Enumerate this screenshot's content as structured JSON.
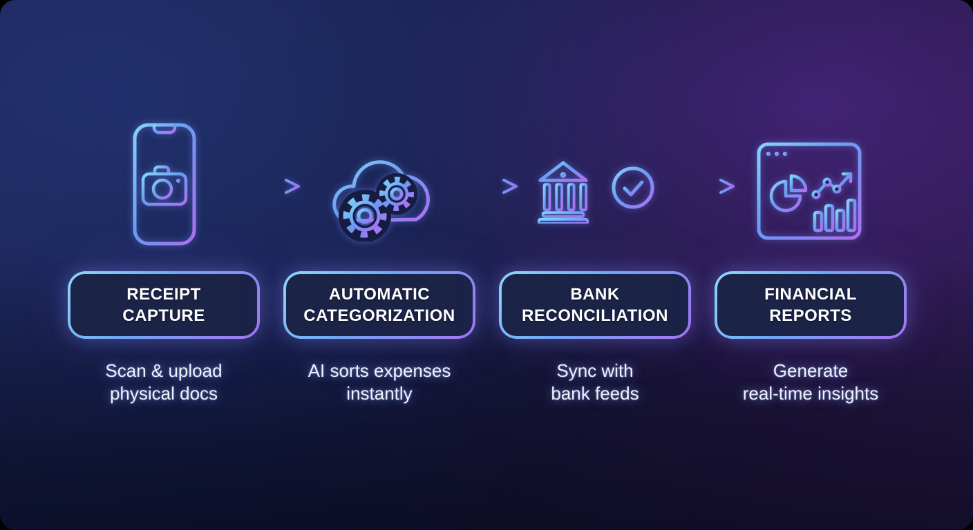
{
  "diagram": {
    "name": "accounting-automation-workflow",
    "colors": {
      "background_navy": "#161d48",
      "background_purple": "#2b1a4b",
      "icon_gradient_start": "#86d3f8",
      "icon_gradient_mid": "#6b9cf2",
      "icon_gradient_end": "#b06ef2",
      "box_fill": "#1b2347",
      "box_border_start": "#8fd7f9",
      "box_border_end": "#a774f2",
      "text_white": "#ffffff"
    },
    "steps": [
      {
        "id": "receipt-capture",
        "icon": "phone-camera-icon",
        "title": "RECEIPT\nCAPTURE",
        "subtitle": "Scan & upload\nphysical docs"
      },
      {
        "id": "automatic-categorization",
        "icon": "cloud-gears-icon",
        "title": "AUTOMATIC\nCATEGORIZATION",
        "subtitle": "AI sorts expenses\ninstantly"
      },
      {
        "id": "bank-reconciliation",
        "icon": "bank-checkmark-icon",
        "title": "BANK\nRECONCILIATION",
        "subtitle": "Sync with\nbank feeds"
      },
      {
        "id": "financial-reports",
        "icon": "dashboard-charts-icon",
        "title": "FINANCIAL\nREPORTS",
        "subtitle": "Generate\nreal-time insights"
      }
    ],
    "connectors": [
      "flow-arrow",
      "flow-arrow",
      "flow-arrow"
    ]
  }
}
